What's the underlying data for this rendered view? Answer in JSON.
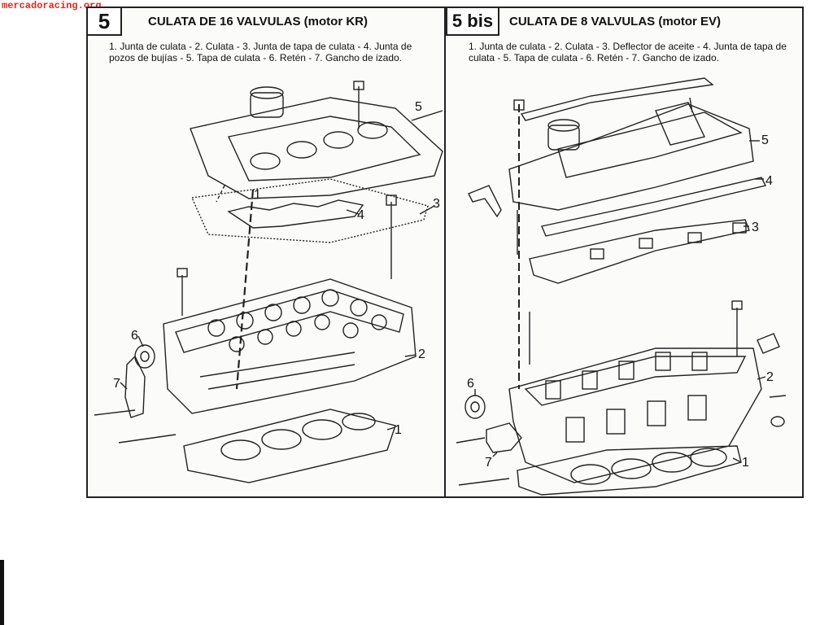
{
  "watermark": "mercadoracing.org",
  "left": {
    "number": "5",
    "title": "CULATA DE 16 VALVULAS (motor KR)",
    "caption": "1. Junta de culata - 2. Culata - 3. Junta de tapa de culata - 4. Junta de pozos de bujías - 5. Tapa de culata - 6. Retén - 7. Gancho de izado.",
    "callouts": [
      "1",
      "2",
      "3",
      "4",
      "5",
      "6",
      "7",
      "1"
    ]
  },
  "right": {
    "number": "5 bis",
    "title": "CULATA DE 8 VALVULAS (motor EV)",
    "caption": "1. Junta de culata - 2. Culata - 3. Deflector de aceite - 4. Junta de tapa de culata - 5. Tapa de culata - 6. Retén - 7. Gancho de izado.",
    "callouts": [
      "1",
      "2",
      "3",
      "4",
      "5",
      "6",
      "7"
    ]
  },
  "colors": {
    "watermark": "#e0281e",
    "ink": "#111111",
    "paper": "#fbfbfa"
  }
}
